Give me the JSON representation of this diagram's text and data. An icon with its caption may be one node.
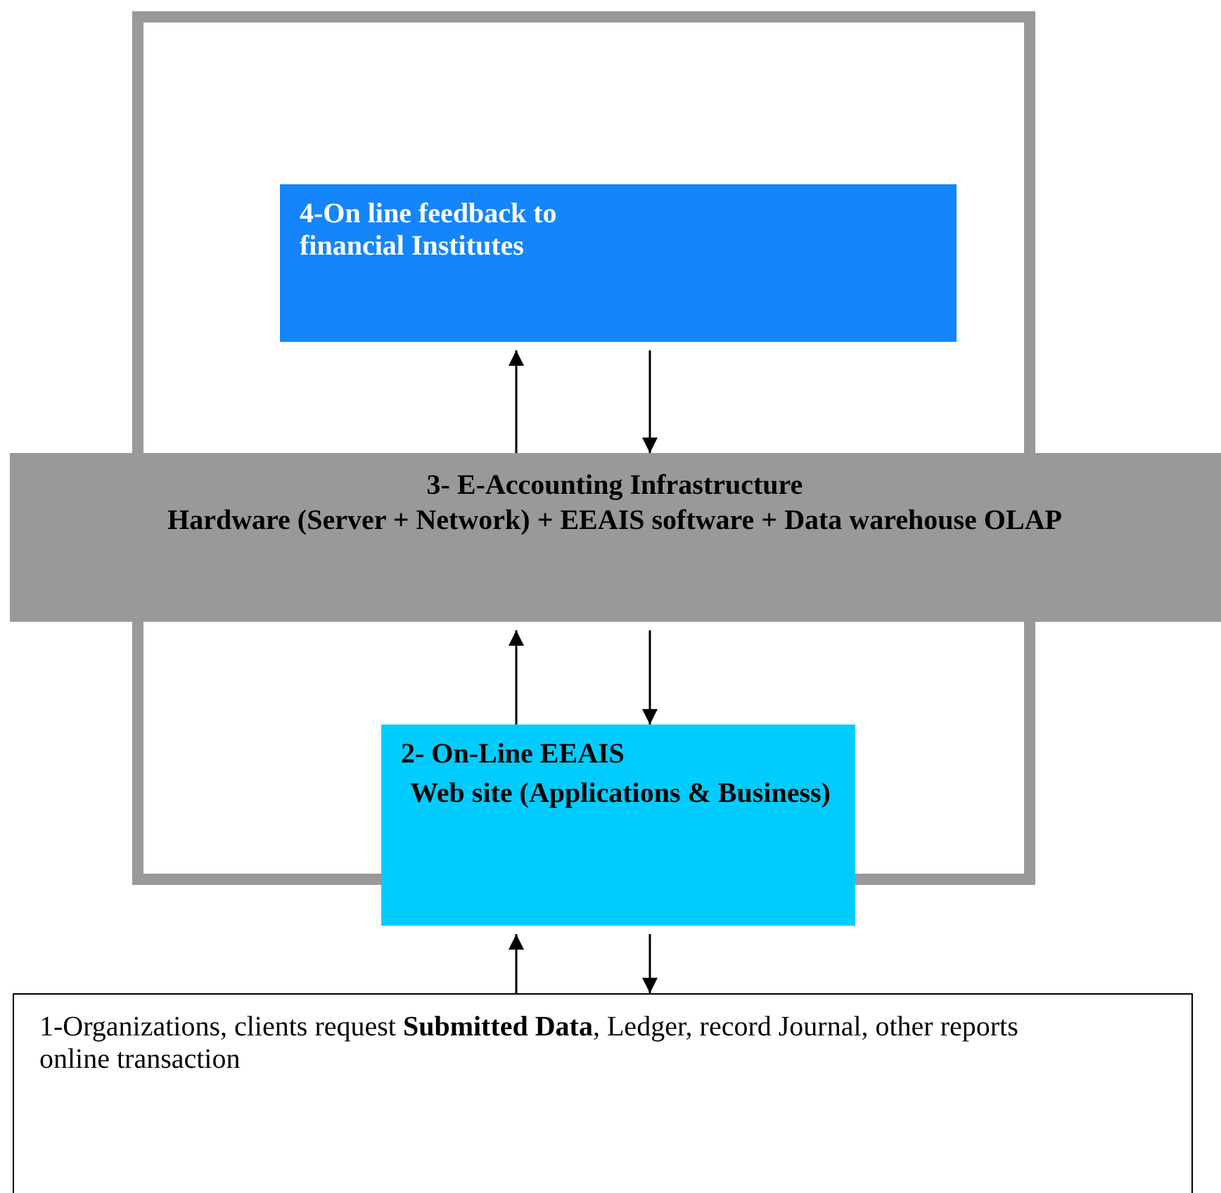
{
  "diagram": {
    "nodes": [
      {
        "text": [
          "4-On line feedback to financial Institutes"
        ]
      },
      {
        "text": [
          "3- E-Accounting Infrastructure",
          "Hardware (Server + Network) + EEAIS software + Data warehouse OLAP"
        ]
      },
      {
        "text": [
          "2- On-Line EEAIS",
          "Web site (Applications & Business)"
        ]
      },
      {
        "text": [
          "1-Organizations, clients request **Submitted Data**, Ledger, record Journal, other reports online transaction"
        ]
      }
    ],
    "edges": [
      {
        "from": 1,
        "to": 0,
        "arrow": "to"
      },
      {
        "from": 0,
        "to": 1,
        "arrow": "to"
      },
      {
        "from": 2,
        "to": 1,
        "arrow": "to"
      },
      {
        "from": 1,
        "to": 2,
        "arrow": "to"
      },
      {
        "from": 3,
        "to": 2,
        "arrow": "to"
      },
      {
        "from": 2,
        "to": 3,
        "arrow": "to"
      }
    ]
  }
}
